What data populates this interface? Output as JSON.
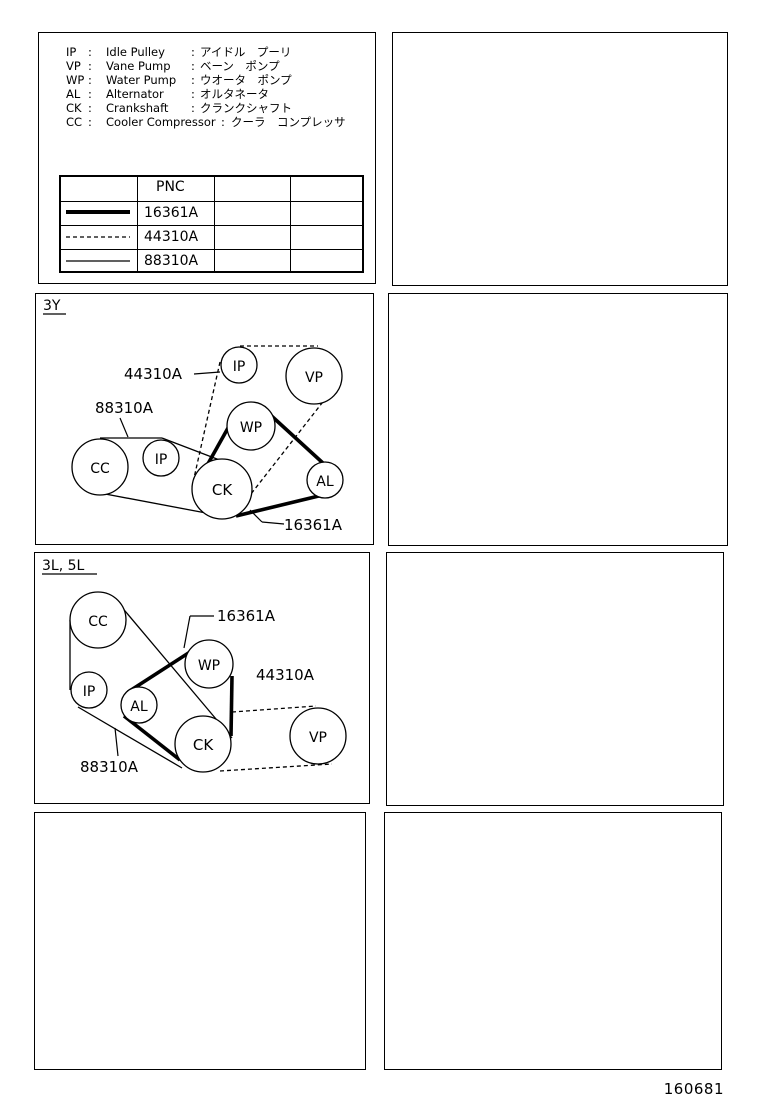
{
  "legend": [
    {
      "abbr": "IP",
      "name": "Idle Pulley",
      "jp": "アイドル　プーリ"
    },
    {
      "abbr": "VP",
      "name": "Vane Pump",
      "jp": "ベーン　ポンプ"
    },
    {
      "abbr": "WP",
      "name": "Water Pump",
      "jp": "ウオータ　ポンプ"
    },
    {
      "abbr": "AL",
      "name": "Alternator",
      "jp": "オルタネータ"
    },
    {
      "abbr": "CK",
      "name": "Crankshaft",
      "jp": "クランクシャフト"
    },
    {
      "abbr": "CC",
      "name": "Cooler Compressor",
      "jp": "クーラ　コンプレッサ"
    }
  ],
  "table": {
    "header": "PNC",
    "rows": [
      {
        "style": "thick",
        "pnc": "16361A"
      },
      {
        "style": "dashed",
        "pnc": "44310A"
      },
      {
        "style": "thin",
        "pnc": "88310A"
      }
    ]
  },
  "diagram_3y": {
    "title": "3Y",
    "pulleys": {
      "ip1": "IP",
      "vp": "VP",
      "wp": "WP",
      "cc": "CC",
      "ip2": "IP",
      "ck": "CK",
      "al": "AL"
    },
    "callouts": {
      "dashed": "44310A",
      "thin": "88310A",
      "thick": "16361A"
    }
  },
  "diagram_3l5l": {
    "title": "3L, 5L",
    "pulleys": {
      "cc": "CC",
      "wp": "WP",
      "ip": "IP",
      "al": "AL",
      "ck": "CK",
      "vp": "VP"
    },
    "callouts": {
      "thick": "16361A",
      "dashed": "44310A",
      "thin": "88310A"
    }
  },
  "reference_number": "160681"
}
